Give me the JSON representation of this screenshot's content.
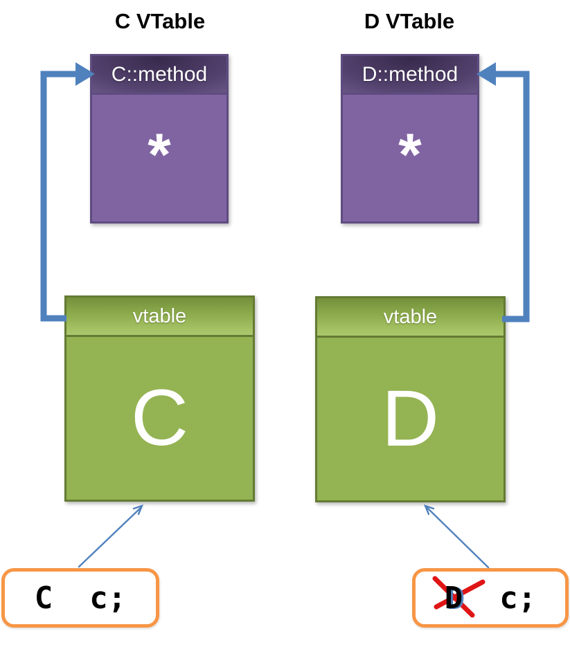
{
  "left": {
    "title": "C VTable",
    "method_box": {
      "header": "C::method",
      "pointer_symbol": "*"
    },
    "object_box": {
      "header": "vtable",
      "letter": "C"
    },
    "code": "C  c;"
  },
  "right": {
    "title": "D VTable",
    "method_box": {
      "header": "D::method",
      "pointer_symbol": "*"
    },
    "object_box": {
      "header": "vtable",
      "letter": "D"
    },
    "code_type": "D",
    "code_rest": "  c;"
  },
  "colors": {
    "purple_body": "#8064A2",
    "purple_border": "#5E4C80",
    "green_body": "#94B353",
    "green_border": "#647B33",
    "arrow_blue": "#4F81BD",
    "callout_orange": "#F79646",
    "crossout_red": "#E01515",
    "text_white": "#FFFFFF",
    "text_black": "#000000"
  }
}
